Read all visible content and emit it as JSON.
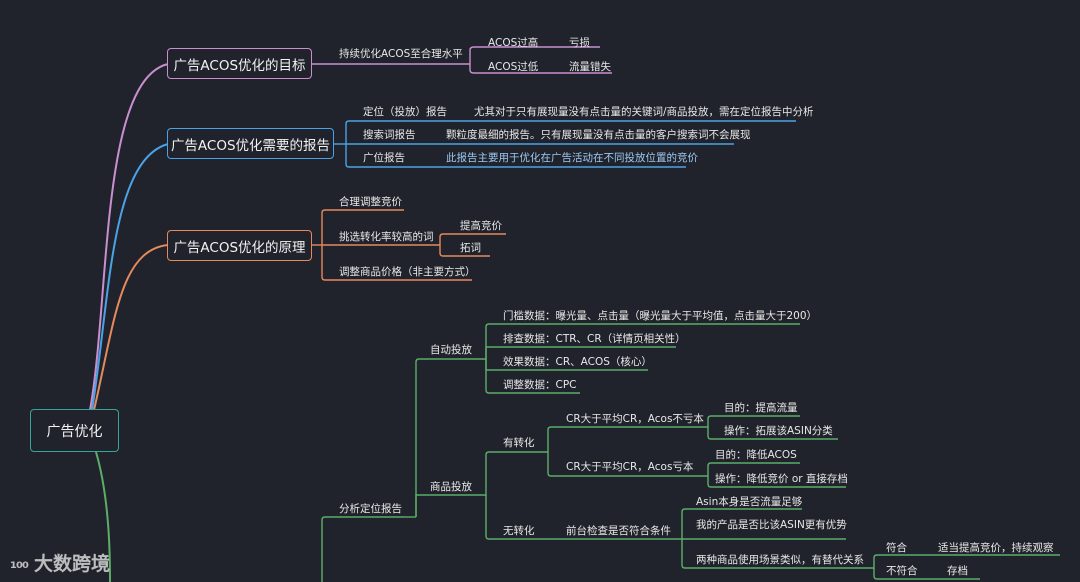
{
  "root": "广告优化",
  "goal": {
    "title": "广告ACOS优化的目标",
    "sub": "持续优化ACOS至合理水平",
    "items": [
      {
        "label": "ACOS过高",
        "result": "亏损"
      },
      {
        "label": "ACOS过低",
        "result": "流量错失"
      }
    ]
  },
  "reports": {
    "title": "广告ACOS优化需要的报告",
    "items": [
      {
        "label": "定位（投放）报告",
        "desc": "尤其对于只有展现量没有点击量的关键词/商品投放，需在定位报告中分析"
      },
      {
        "label": "搜索词报告",
        "desc": "颗粒度最细的报告。只有展现量没有点击量的客户搜索词不会展现"
      },
      {
        "label": "广位报告",
        "desc": "此报告主要用于优化在广告活动在不同投放位置的竞价"
      }
    ]
  },
  "principle": {
    "title": "广告ACOS优化的原理",
    "items": [
      "合理调整竞价",
      "挑选转化率较高的词",
      "调整商品价格（非主要方式）"
    ],
    "high_conv_children": [
      "提高竞价",
      "拓词"
    ]
  },
  "analysis": {
    "title": "分析定位报告",
    "auto": {
      "label": "自动投放",
      "items": [
        "门槛数据：曝光量、点击量（曝光量大于平均值，点击量大于200）",
        "排查数据：CTR、CR（详情页相关性）",
        "效果数据：CR、ACOS（核心）",
        "调整数据：CPC"
      ]
    },
    "product": {
      "label": "商品投放",
      "converted": {
        "label": "有转化",
        "groups": [
          {
            "label": "CR大于平均CR，Acos不亏本",
            "items": [
              "目的：提高流量",
              "操作：拓展该ASIN分类"
            ]
          },
          {
            "label": "CR大于平均CR，Acos亏本",
            "items": [
              "目的：降低ACOS",
              "操作：降低竞价 or 直接存档"
            ]
          }
        ]
      },
      "unconverted": {
        "label": "无转化",
        "check": "前台检查是否符合条件",
        "items": [
          "Asin本身是否流量足够",
          "我的产品是否比该ASIN更有优势",
          "两种商品使用场景类似，有替代关系"
        ],
        "fit": {
          "label": "符合",
          "action": "适当提高竞价，持续观察"
        },
        "unfit": {
          "label": "不符合",
          "action": "存档"
        }
      }
    }
  },
  "watermark": "大数跨境",
  "watermark_logo": "₁₀₀",
  "colors": {
    "background": "#20232b",
    "root": "#3aa39a",
    "goal": "#c98fd0",
    "reports": "#4aa3e6",
    "principle": "#e58a5c",
    "analysis": "#5cad6a"
  }
}
